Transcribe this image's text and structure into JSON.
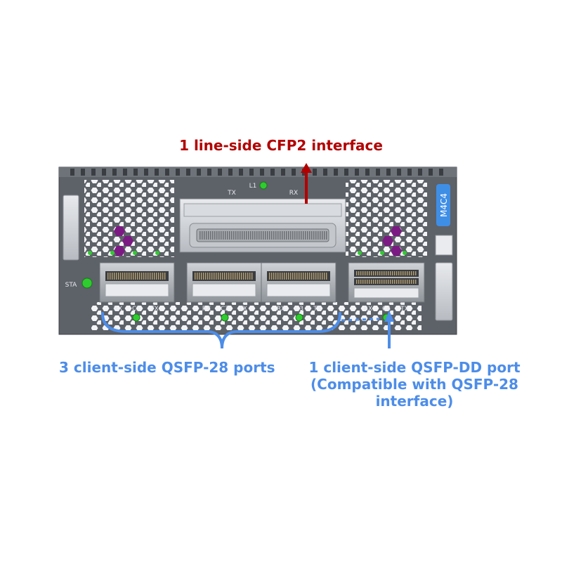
{
  "colors": {
    "line_side": "#b20000",
    "client_side": "#4d8de8",
    "panel": "#5d6168",
    "led_green": "#2ecc2e",
    "hex_purple": "#7c1a84",
    "model_label_bg": "#3f8ee6"
  },
  "callouts": {
    "line_side": "1 line-side CFP2 interface",
    "qsfp28": "3 client-side QSFP-28 ports",
    "qsfpdd": [
      "1 client-side QSFP-DD port",
      "(Compatible with QSFP-28",
      "interface)"
    ]
  },
  "panel": {
    "model": "M4C4",
    "status_led": "STA",
    "cfp2_labels": {
      "tx": "TX",
      "led": "L1",
      "rx": "RX"
    },
    "ports": [
      {
        "id": "C1",
        "rx": "RX",
        "tx": "TX",
        "type": "QSFP-28"
      },
      {
        "id": "C2",
        "rx": "RX",
        "tx": "TX",
        "type": "QSFP-28"
      },
      {
        "id": "C3",
        "rx": "RX",
        "tx": "TX",
        "type": "QSFP-28"
      },
      {
        "id": "C4",
        "rx": "RX",
        "tx": "TX",
        "type": "QSFP-DD"
      }
    ]
  }
}
